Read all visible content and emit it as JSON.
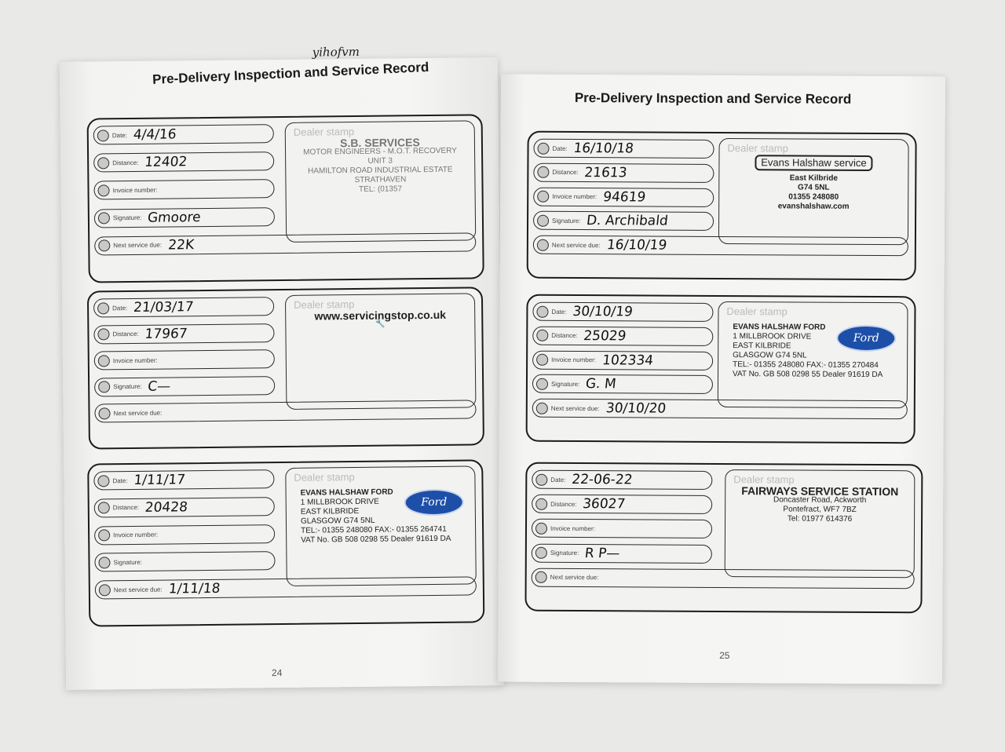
{
  "labels": {
    "date": "Date:",
    "distance": "Distance:",
    "invoice": "Invoice number:",
    "signature": "Signature:",
    "next": "Next service due:",
    "stamp": "Dealer stamp"
  },
  "pages": [
    {
      "title": "Pre-Delivery Inspection and Service Record",
      "number": "24",
      "annotation": "yihofvm",
      "records": [
        {
          "date": "4/4/16",
          "distance": "12402",
          "invoice": "",
          "signature": "Gmoore",
          "next": "22K",
          "stamp": {
            "style": "faded",
            "lines": [
              "S.B. SERVICES",
              "MOTOR ENGINEERS - M.O.T. RECOVERY",
              "UNIT 3",
              "HAMILTON ROAD INDUSTRIAL ESTATE",
              "STRATHAVEN",
              "TEL: (01357"
            ]
          }
        },
        {
          "date": "21/03/17",
          "distance": "17967",
          "invoice": "",
          "signature": "C—",
          "next": "",
          "stamp": {
            "style": "center",
            "lines": [
              "www.servicingstop.co.uk",
              "🔧"
            ]
          }
        },
        {
          "date": "1/11/17",
          "distance": "20428",
          "invoice": "",
          "signature": "",
          "next": "1/11/18",
          "stamp": {
            "style": "ford",
            "lines": [
              "EVANS HALSHAW FORD",
              "1 MILLBROOK DRIVE",
              "EAST KILBRIDE",
              "GLASGOW  G74 5NL",
              "TEL:- 01355 248080   FAX:- 01355 264741",
              "VAT No. GB 508 0298 55   Dealer 91619 DA"
            ],
            "logo": "Ford"
          }
        }
      ]
    },
    {
      "title": "Pre-Delivery Inspection and Service Record",
      "number": "25",
      "records": [
        {
          "date": "16/10/18",
          "distance": "21613",
          "invoice": "94619",
          "signature": "D. Archibald",
          "next": "16/10/19",
          "stamp": {
            "style": "boxed",
            "lines": [
              "Evans Halshaw service",
              "East Kilbride",
              "G74 5NL",
              "01355 248080",
              "evanshalshaw.com"
            ]
          }
        },
        {
          "date": "30/10/19",
          "distance": "25029",
          "invoice": "102334",
          "signature": "G. M",
          "next": "30/10/20",
          "stamp": {
            "style": "ford",
            "lines": [
              "EVANS HALSHAW FORD",
              "1 MILLBROOK DRIVE",
              "EAST KILBRIDE",
              "GLASGOW  G74 5NL",
              "TEL:- 01355 248080   FAX:- 01355 270484",
              "VAT No. GB 508 0298 55   Dealer 91619 DA"
            ],
            "logo": "Ford"
          }
        },
        {
          "date": "22-06-22",
          "distance": "36027",
          "invoice": "",
          "signature": "R P—",
          "next": "",
          "stamp": {
            "style": "center",
            "lines": [
              "FAIRWAYS SERVICE STATION",
              "Doncaster Road, Ackworth",
              "Pontefract, WF7 7BZ",
              "Tel: 01977 614376"
            ]
          }
        }
      ]
    }
  ]
}
